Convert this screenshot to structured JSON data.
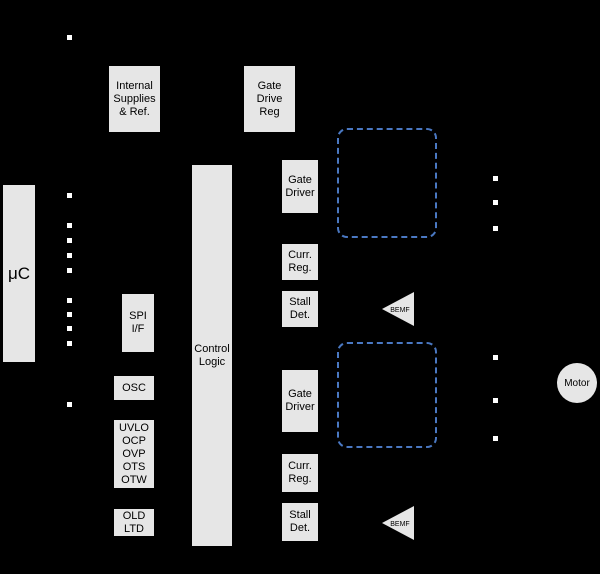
{
  "blocks": {
    "uc": "μC",
    "internal_supplies": "Internal\nSupplies\n& Ref.",
    "gate_drive_reg": "Gate\nDrive\nReg",
    "spi": "SPI\nI/F",
    "osc": "OSC",
    "protection": "UVLO\nOCP\nOVP\nOTS\nOTW",
    "old_ltd": "OLD\nLTD",
    "control_logic": "Control\nLogic",
    "gate_driver_a": "Gate\nDriver",
    "curr_reg_a": "Curr.\nReg.",
    "stall_det_a": "Stall\nDet.",
    "gate_driver_b": "Gate\nDriver",
    "curr_reg_b": "Curr.\nReg.",
    "stall_det_b": "Stall\nDet.",
    "bemf_a": "BEMF",
    "bemf_b": "BEMF",
    "motor": "Motor"
  },
  "colors": {
    "background": "#000000",
    "block_fill": "#e6e6e6",
    "bridge_dash": "#4a78c2",
    "pin": "#ffffff"
  }
}
